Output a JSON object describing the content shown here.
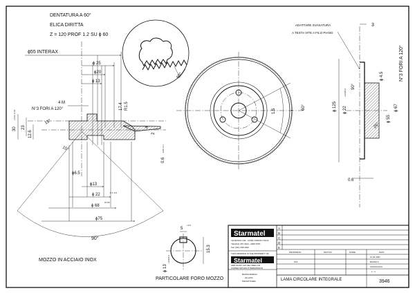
{
  "notes": {
    "gear_line1": "DENTATURA A 60°",
    "gear_line2": "ELICA DIRITTA",
    "gear_line3": "Z = 120 PROF 1.2 SU ϕ 60",
    "countersink_line1": "ADATTARE SVASATURA",
    "countersink_line2": "A TESTA VITE A FILO PIANO"
  },
  "labels": {
    "hub_material": "MOZZO IN ACCIAIO INOX",
    "hole_detail": "PARTICOLARE FORO MOZZO"
  },
  "dims": {
    "interax": "ϕ55 INTERAX",
    "d25": "ϕ 25",
    "d20": "ϕ20",
    "d13_top": "ϕ 13",
    "m4": "4 M",
    "holes_120_left": "N°3 FORI A 120°",
    "d30": "30",
    "d30_tol": "+0.03\n-0.01",
    "d23": "23",
    "d12_6": "12.6",
    "ang15a": "15°",
    "ang15b": "15°",
    "r15": "R1.5",
    "d17_4": "17.4",
    "d4": "4",
    "d2": "2",
    "d0_6_left": "0.6",
    "tol_left": "-0.05\n-0.1",
    "d6_5": "ϕ6.5",
    "d13_bot": "ϕ13",
    "d22_bot": "ϕ 22",
    "d22_tol": "-0.1\n-0.2",
    "d68": "ϕ 68",
    "d68_tol": "±0.05",
    "d75": "ϕ75",
    "ang90_bot": "90°",
    "ang60_detail": "60°",
    "ang60_front": "60°",
    "d1_5": "1.5",
    "d3": "3",
    "d125": "ϕ 125",
    "d22_right": "ϕ 22",
    "d22_right_tol": "+0.028\n0",
    "ang90_right": "90°",
    "d4_5": "ϕ 4.5",
    "holes_120_right": "N°3 FORI A 120°",
    "d67": "ϕ 67",
    "d55": "ϕ 55",
    "ang25": "25°",
    "d0_6_right": "0.6",
    "h5": "5",
    "h5_tol": "+0\n0",
    "h15_3": "15.3",
    "h13": "ϕ 13",
    "h13_tol": "+0.018\n0"
  },
  "title_block": {
    "logo": "Starmatel",
    "logo_dup": "Starmatel",
    "company_l1": "Via BASSO 136 - 10156 TORINO ITALIA",
    "company_l2": "TEL(011) 257 4222 - 2830 8787",
    "company_l3": "Fax (011) 308 4922",
    "property_l1": "THIS DRAWING IS THE PROPERTY OF",
    "property_l2": "AND MUST NOT BE USED OR",
    "property_l3": "COPIED WITHOUT PERMISSION",
    "rev": [
      "A",
      "B",
      "C",
      "D",
      "E"
    ],
    "col_proprieta": "PROPRIETA'",
    "col_motivo": "MOTIVO",
    "col_nome": "NOME",
    "col_data": "DATA",
    "date": "11 04 1997",
    "drawn_by": "BASSO F.",
    "k10": "K10",
    "material": "CIALDA ALM.",
    "scale": "1 : 1",
    "title": "LAMA CIRCOLARE INTEGRALE",
    "number": "3946",
    "small1": "BASSA BORGO",
    "small2": "GILLIPS",
    "small3": "PRIVATTI4900"
  }
}
